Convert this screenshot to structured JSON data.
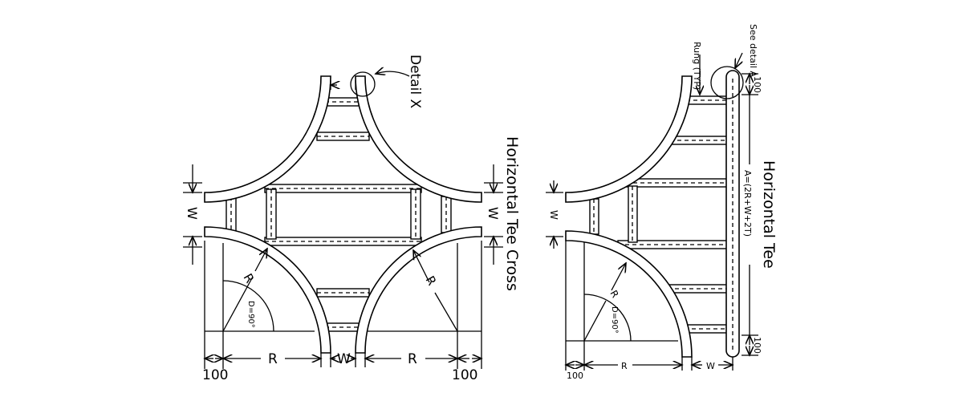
{
  "left_figure": {
    "title": "Horizontal Tee Cross",
    "detail_label": "Detail X",
    "width_label_left": "W",
    "width_label_right": "W",
    "radius_label_left": "R",
    "radius_label_right": "R",
    "angle_label": "D=90°",
    "dim_bottom_left_offset": "100",
    "dim_bottom_left_radius": "R",
    "dim_bottom_width": "W",
    "dim_bottom_right_radius": "R",
    "dim_bottom_right_offset": "100"
  },
  "right_figure": {
    "title": "Horizontal Tee",
    "rung_label": "Rung (TYP)",
    "see_detail_label": "See detail A",
    "dim_top_offset": "100",
    "dim_length": "A=(2R+W+2T)",
    "dim_bottom_offset": "100",
    "width_label": "W",
    "radius_label": "R",
    "angle_label": "D=90°",
    "dim_bottom_left_offset": "100",
    "dim_bottom_radius": "R",
    "dim_bottom_width": "W"
  }
}
